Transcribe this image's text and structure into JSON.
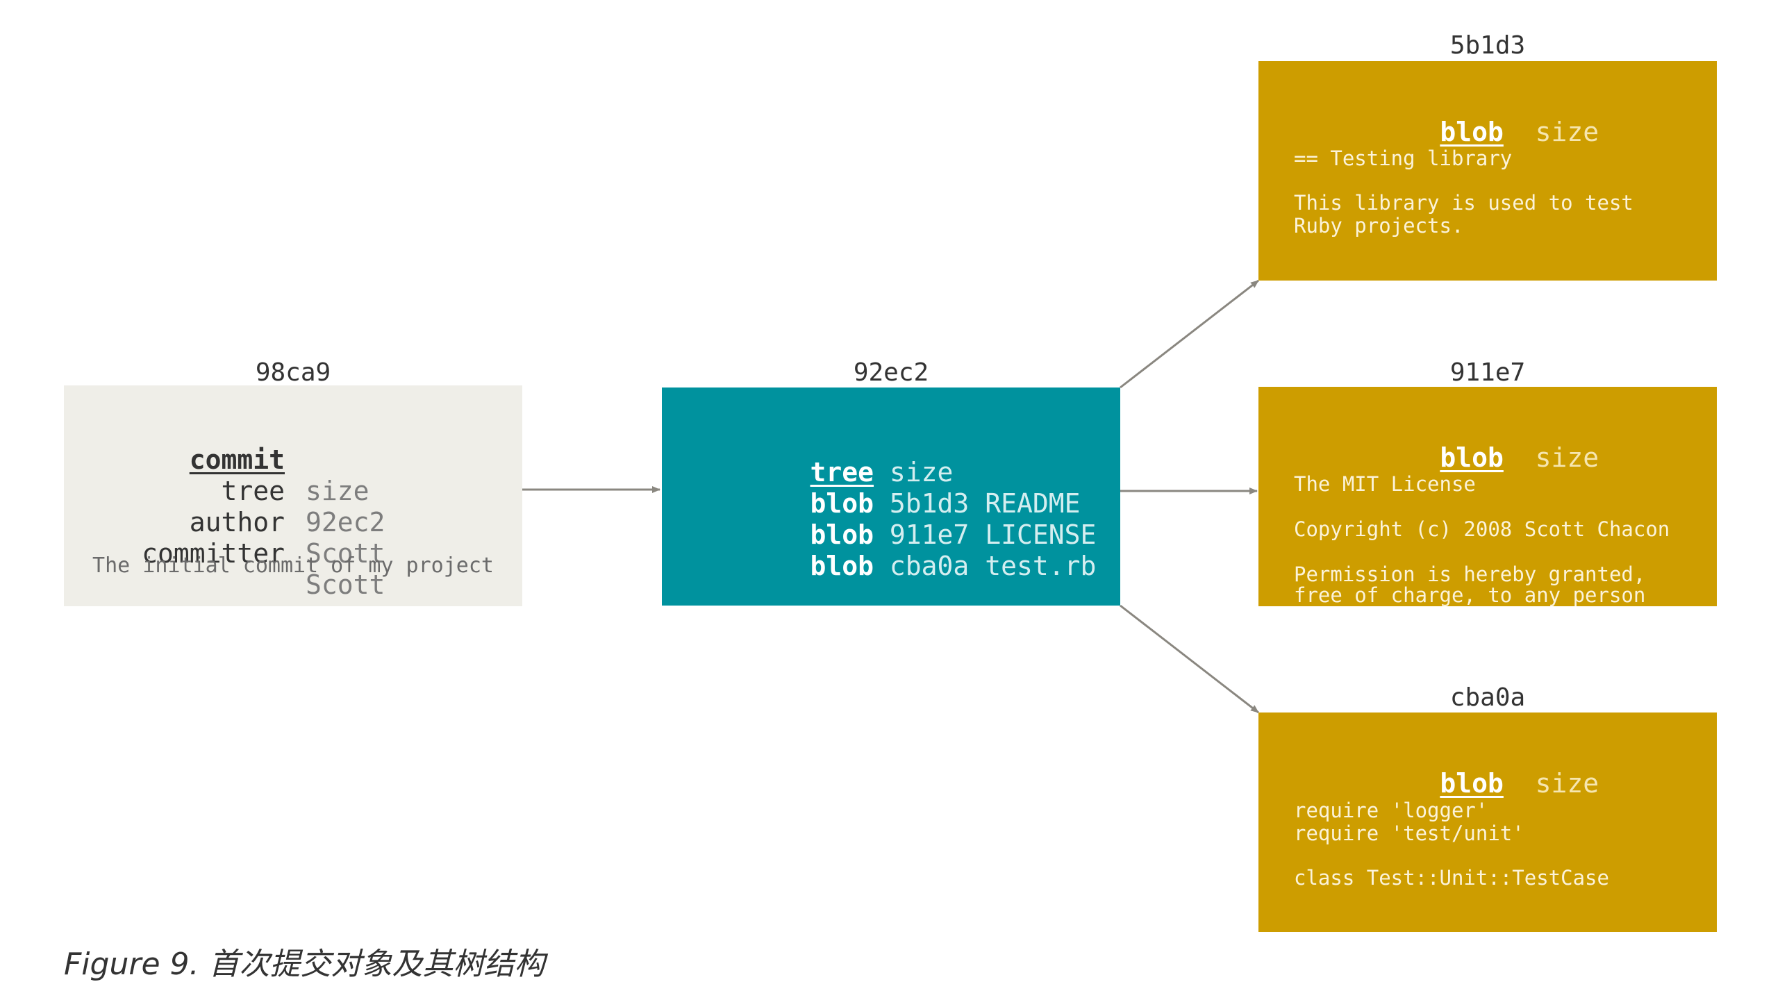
{
  "commit": {
    "id": "98ca9",
    "rows": [
      {
        "key": "commit",
        "value": "size"
      },
      {
        "key": "tree",
        "value": "92ec2"
      },
      {
        "key": "author",
        "value": "Scott"
      },
      {
        "key": "committer",
        "value": "Scott"
      }
    ],
    "message": "The initial commit of my project"
  },
  "tree": {
    "id": "92ec2",
    "header": {
      "keyword": "tree",
      "value": "size"
    },
    "entries": [
      {
        "keyword": "blob",
        "value": "5b1d3 README"
      },
      {
        "keyword": "blob",
        "value": "911e7 LICENSE"
      },
      {
        "keyword": "blob",
        "value": "cba0a test.rb"
      }
    ]
  },
  "blobs": [
    {
      "id": "5b1d3",
      "keyword": "blob",
      "size_label": "size",
      "lines": [
        "== Testing library",
        "This library is used to test",
        "Ruby projects."
      ]
    },
    {
      "id": "911e7",
      "keyword": "blob",
      "size_label": "size",
      "lines": [
        "The MIT License",
        "Copyright (c) 2008 Scott Chacon",
        "Permission is hereby granted,",
        "free of charge, to any person"
      ]
    },
    {
      "id": "cba0a",
      "keyword": "blob",
      "size_label": "size",
      "lines": [
        "require 'logger'",
        "require 'test/unit'",
        "class Test::Unit::TestCase"
      ]
    }
  ],
  "caption": "Figure 9. 首次提交对象及其树结构",
  "colors": {
    "commit_fill": "#efeee8",
    "tree_fill": "#00929e",
    "blob_fill": "#cd9d00",
    "arrow": "#8a8780"
  }
}
